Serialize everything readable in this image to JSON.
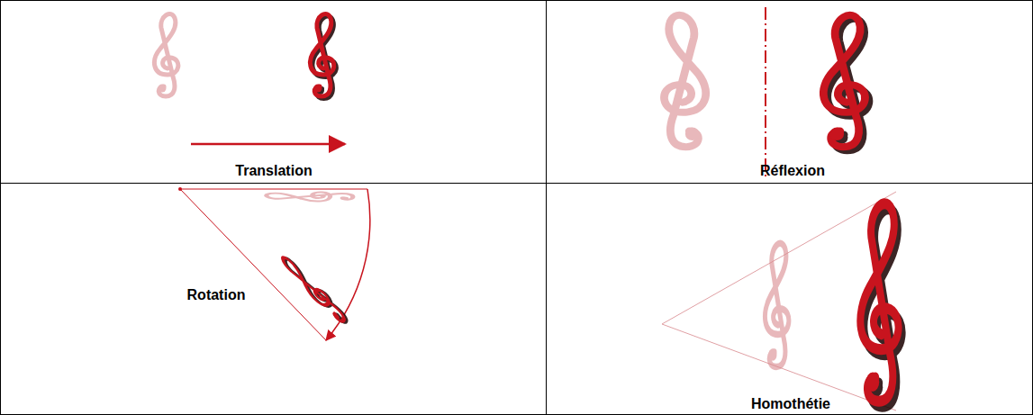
{
  "diagram": {
    "labels": [
      "Translation",
      "Réflexion",
      "Rotation",
      "Homothétie"
    ]
  }
}
